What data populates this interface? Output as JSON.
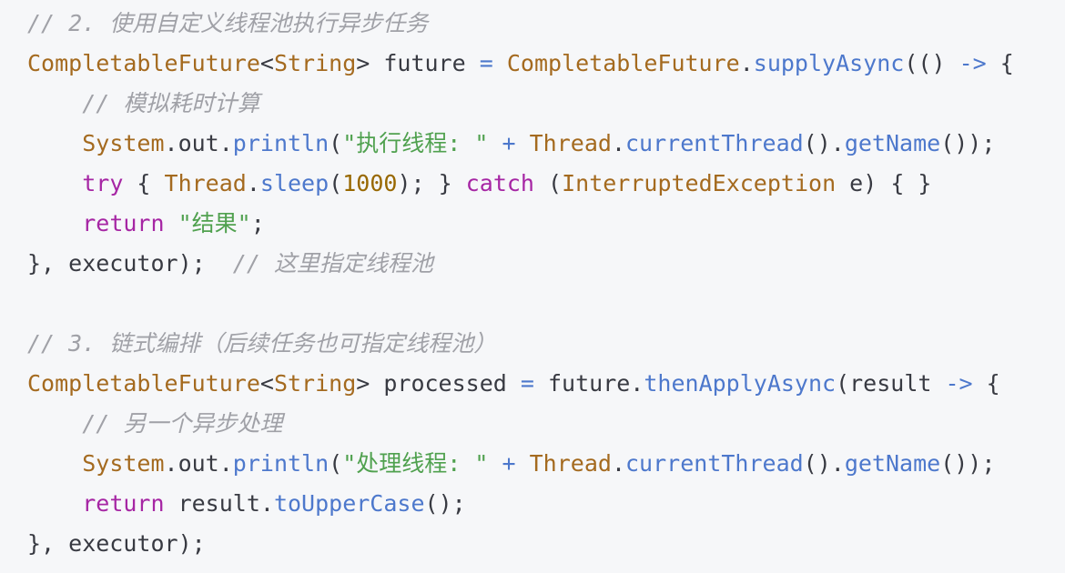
{
  "code": {
    "lines": [
      [
        {
          "t": "// 2. 使用自定义线程池执行异步任务",
          "c": "c"
        }
      ],
      [
        {
          "t": "CompletableFuture",
          "c": "t"
        },
        {
          "t": "<",
          "c": "p"
        },
        {
          "t": "String",
          "c": "t"
        },
        {
          "t": "> future ",
          "c": "p"
        },
        {
          "t": "=",
          "c": "o"
        },
        {
          "t": " ",
          "c": "p"
        },
        {
          "t": "CompletableFuture",
          "c": "t"
        },
        {
          "t": ".",
          "c": "p"
        },
        {
          "t": "supplyAsync",
          "c": "f"
        },
        {
          "t": "(() ",
          "c": "p"
        },
        {
          "t": "->",
          "c": "o"
        },
        {
          "t": " {",
          "c": "p"
        }
      ],
      [
        {
          "t": "    ",
          "c": "p"
        },
        {
          "t": "// 模拟耗时计算",
          "c": "c"
        }
      ],
      [
        {
          "t": "    ",
          "c": "p"
        },
        {
          "t": "System",
          "c": "t"
        },
        {
          "t": ".out.",
          "c": "p"
        },
        {
          "t": "println",
          "c": "f"
        },
        {
          "t": "(",
          "c": "p"
        },
        {
          "t": "\"执行线程: \"",
          "c": "s"
        },
        {
          "t": " ",
          "c": "p"
        },
        {
          "t": "+",
          "c": "o"
        },
        {
          "t": " ",
          "c": "p"
        },
        {
          "t": "Thread",
          "c": "t"
        },
        {
          "t": ".",
          "c": "p"
        },
        {
          "t": "currentThread",
          "c": "f"
        },
        {
          "t": "().",
          "c": "p"
        },
        {
          "t": "getName",
          "c": "f"
        },
        {
          "t": "());",
          "c": "p"
        }
      ],
      [
        {
          "t": "    ",
          "c": "p"
        },
        {
          "t": "try",
          "c": "k"
        },
        {
          "t": " { ",
          "c": "p"
        },
        {
          "t": "Thread",
          "c": "t"
        },
        {
          "t": ".",
          "c": "p"
        },
        {
          "t": "sleep",
          "c": "f"
        },
        {
          "t": "(",
          "c": "p"
        },
        {
          "t": "1000",
          "c": "n"
        },
        {
          "t": "); } ",
          "c": "p"
        },
        {
          "t": "catch",
          "c": "k"
        },
        {
          "t": " (",
          "c": "p"
        },
        {
          "t": "InterruptedException",
          "c": "t"
        },
        {
          "t": " e) { }",
          "c": "p"
        }
      ],
      [
        {
          "t": "    ",
          "c": "p"
        },
        {
          "t": "return",
          "c": "k"
        },
        {
          "t": " ",
          "c": "p"
        },
        {
          "t": "\"结果\"",
          "c": "s"
        },
        {
          "t": ";",
          "c": "p"
        }
      ],
      [
        {
          "t": "}, executor);  ",
          "c": "p"
        },
        {
          "t": "// 这里指定线程池",
          "c": "c"
        }
      ],
      [
        {
          "t": "",
          "c": "p"
        }
      ],
      [
        {
          "t": "// 3. 链式编排（后续任务也可指定线程池）",
          "c": "c"
        }
      ],
      [
        {
          "t": "CompletableFuture",
          "c": "t"
        },
        {
          "t": "<",
          "c": "p"
        },
        {
          "t": "String",
          "c": "t"
        },
        {
          "t": "> processed ",
          "c": "p"
        },
        {
          "t": "=",
          "c": "o"
        },
        {
          "t": " future.",
          "c": "p"
        },
        {
          "t": "thenApplyAsync",
          "c": "f"
        },
        {
          "t": "(result ",
          "c": "p"
        },
        {
          "t": "->",
          "c": "o"
        },
        {
          "t": " {",
          "c": "p"
        }
      ],
      [
        {
          "t": "    ",
          "c": "p"
        },
        {
          "t": "// 另一个异步处理",
          "c": "c"
        }
      ],
      [
        {
          "t": "    ",
          "c": "p"
        },
        {
          "t": "System",
          "c": "t"
        },
        {
          "t": ".out.",
          "c": "p"
        },
        {
          "t": "println",
          "c": "f"
        },
        {
          "t": "(",
          "c": "p"
        },
        {
          "t": "\"处理线程: \"",
          "c": "s"
        },
        {
          "t": " ",
          "c": "p"
        },
        {
          "t": "+",
          "c": "o"
        },
        {
          "t": " ",
          "c": "p"
        },
        {
          "t": "Thread",
          "c": "t"
        },
        {
          "t": ".",
          "c": "p"
        },
        {
          "t": "currentThread",
          "c": "f"
        },
        {
          "t": "().",
          "c": "p"
        },
        {
          "t": "getName",
          "c": "f"
        },
        {
          "t": "());",
          "c": "p"
        }
      ],
      [
        {
          "t": "    ",
          "c": "p"
        },
        {
          "t": "return",
          "c": "k"
        },
        {
          "t": " result.",
          "c": "p"
        },
        {
          "t": "toUpperCase",
          "c": "f"
        },
        {
          "t": "();",
          "c": "p"
        }
      ],
      [
        {
          "t": "}, executor);",
          "c": "p"
        }
      ]
    ]
  }
}
